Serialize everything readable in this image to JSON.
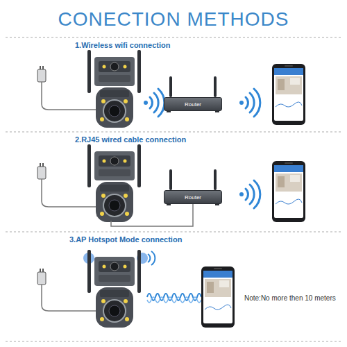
{
  "diagram": {
    "title": "CONECTION METHODS",
    "nodes": [
      {
        "text": [
          "Router"
        ]
      },
      {
        "text": [
          "Router"
        ]
      }
    ],
    "labels": [
      "1.Wireless wifi connection",
      "2.RJ45 wired cable connection",
      "3.AP Hotspot Mode connection",
      "Note:No more then 10 meters"
    ]
  }
}
